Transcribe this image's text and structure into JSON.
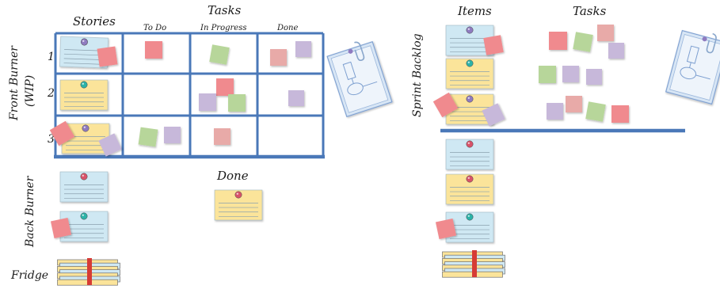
{
  "left_board": {
    "stories_header": "Stories",
    "tasks_header": "Tasks",
    "columns": [
      "To Do",
      "In Progress",
      "Done"
    ],
    "row_numbers": [
      "1",
      "2",
      "3"
    ],
    "front_burner_label": "Front Burner",
    "front_burner_sub": "(WIP)",
    "back_burner_label": "Back Burner",
    "done_label": "Done",
    "fridge_label": "Fridge"
  },
  "right_board": {
    "items_header": "Items",
    "tasks_header": "Tasks",
    "sprint_backlog_label": "Sprint Backlog"
  },
  "colors": {
    "board_line": "#4a78b8",
    "card_blue": "#cfe8f3",
    "card_yellow": "#fbe49a",
    "sticky_red": "#f08a8e",
    "sticky_pink": "#e8aaa8",
    "sticky_green": "#b7d69a",
    "sticky_purple": "#c7b8da",
    "pin_purple": "#8f7bc0",
    "pin_teal": "#2cb3a8",
    "pin_red": "#d9536a"
  },
  "icons": [
    "pushpin-icon",
    "clipboard-icon",
    "paperclip-icon",
    "card-stack-icon"
  ]
}
